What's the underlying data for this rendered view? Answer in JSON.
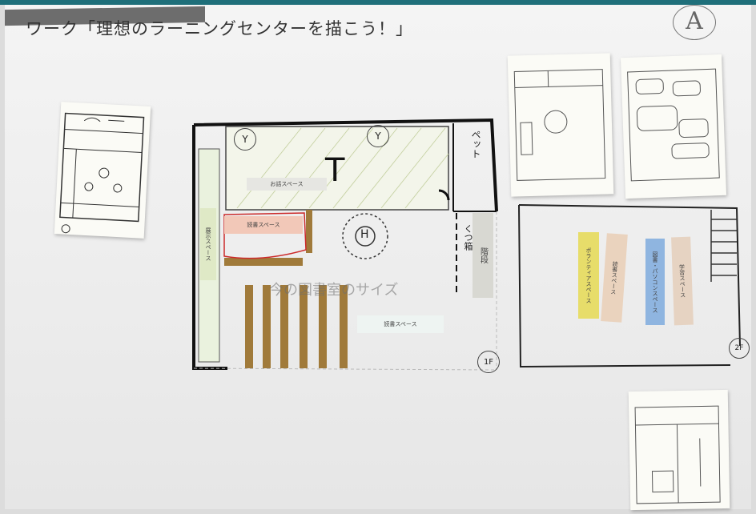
{
  "poster": {
    "title": "ワーク「理想のラーニングセンターを描こう！」",
    "badge": "A"
  },
  "main_plan": {
    "area_text": "今の図書室のサイズ",
    "letter_T": "T",
    "letter_Y": "Y",
    "letter_H": "H",
    "vertical_text_pet": "ペット",
    "vertical_text_kutsubako": "くつ箱",
    "corner_label": "1F",
    "notes": {
      "left_column": "展示スペース",
      "reading_space": "読書スペース",
      "talk_space": "お話スペース",
      "bottom_space": "読書スペース",
      "right_tag": "階段"
    }
  },
  "second_plan": {
    "corner_label": "2F",
    "notes": [
      "ボランティアスペース",
      "読書スペース",
      "図書・パソコンスペース",
      "学習スペース"
    ]
  }
}
